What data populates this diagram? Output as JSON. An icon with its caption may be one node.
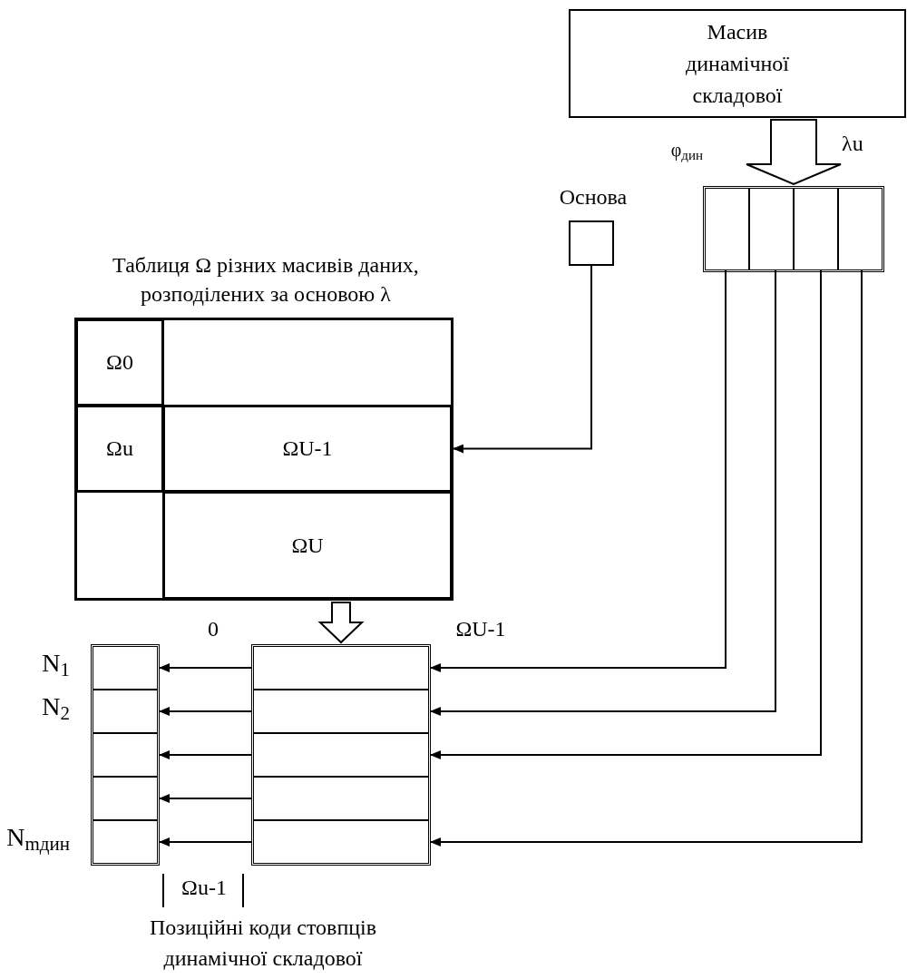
{
  "diagram": {
    "nodes": [
      {
        "text": [
          "Масив динамічної складової"
        ]
      },
      {
        "text": [],
        "shape": "box"
      },
      {
        "text": [],
        "shape": "box",
        "in": 1
      },
      {
        "text": [],
        "shape": "box",
        "in": 1
      },
      {
        "text": [],
        "shape": "box",
        "in": 1
      },
      {
        "text": [],
        "shape": "box",
        "in": 1
      },
      {
        "text": [
          "Основа"
        ]
      },
      {
        "text": [
          "Таблиця Ω різних масивів даних, розподілених за основою λ"
        ]
      },
      {
        "text": [
          "Ω0"
        ],
        "in": 7
      },
      {
        "text": [],
        "shape": "box",
        "in": 7
      },
      {
        "text": [
          "Ωu"
        ],
        "in": 7
      },
      {
        "text": [
          "ΩU-1"
        ],
        "in": 7
      },
      {
        "text": [],
        "shape": "box",
        "in": 7
      },
      {
        "text": [
          "ΩU"
        ],
        "in": 7
      },
      {
        "text": [],
        "shape": "box"
      },
      {
        "text": [],
        "shape": "box",
        "in": 14
      },
      {
        "text": [],
        "shape": "box",
        "in": 14
      },
      {
        "text": [],
        "shape": "box",
        "in": 14
      },
      {
        "text": [],
        "shape": "box",
        "in": 14
      },
      {
        "text": [],
        "shape": "box",
        "in": 14
      },
      {
        "text": [],
        "shape": "box"
      },
      {
        "text": [],
        "shape": "box",
        "in": 20,
        "beside": [
          "N$_{1}$"
        ]
      },
      {
        "text": [],
        "shape": "box",
        "in": 20,
        "beside": [
          "N$_{2}$"
        ]
      },
      {
        "text": [],
        "shape": "box",
        "in": 20
      },
      {
        "text": [],
        "shape": "box",
        "in": 20
      },
      {
        "text": [],
        "shape": "box",
        "in": 20,
        "beside": [
          "N$_{mдин}$"
        ]
      }
    ],
    "edges": [
      {
        "from": 0,
        "to": 1,
        "arrow": "to",
        "style": "thick"
      },
      {
        "from": 6,
        "to": 11,
        "arrow": "to"
      },
      {
        "from": 7,
        "to": 14,
        "arrow": "to",
        "style": "thick"
      },
      {
        "from": 15,
        "to": 21,
        "arrow": "to"
      },
      {
        "from": 16,
        "to": 22,
        "arrow": "to"
      },
      {
        "from": 17,
        "to": 23,
        "arrow": "to"
      },
      {
        "from": 18,
        "to": 24,
        "arrow": "to"
      },
      {
        "from": 19,
        "to": 25,
        "arrow": "to"
      },
      {
        "from": 2,
        "to": 15,
        "arrow": "to"
      },
      {
        "from": 3,
        "to": 16,
        "arrow": "to"
      },
      {
        "from": 4,
        "to": 17,
        "arrow": "to"
      },
      {
        "from": 5,
        "to": 19,
        "arrow": "to"
      }
    ],
    "labels": [
      "φ$_{дин}$",
      "λu",
      "0",
      "ΩU-1",
      "Ωu-1",
      "Позиційні коди стовпців динамічної складової"
    ]
  }
}
